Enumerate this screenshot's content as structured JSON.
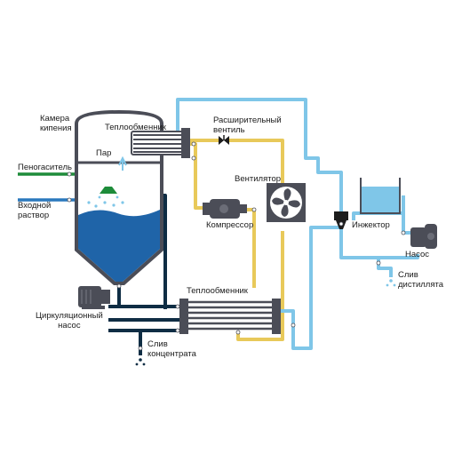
{
  "labels": {
    "chamber_line1": "Камера",
    "chamber_line2": "кипения",
    "hx_top": "Теплообменник",
    "steam": "Пар",
    "defoamer": "Пеногаситель",
    "feed_line1": "Входной",
    "feed_line2": "раствор",
    "exp_valve_line1": "Расширительный",
    "exp_valve_line2": "вентиль",
    "fan": "Вентилятор",
    "compressor": "Компрессор",
    "injector": "Инжектор",
    "pump_right": "Насос",
    "distillate_line1": "Слив",
    "distillate_line2": "дистиллята",
    "hx_bottom": "Теплообменник",
    "circ_pump_line1": "Циркуляционный",
    "circ_pump_line2": "насос",
    "concentrate_line1": "Слив",
    "concentrate_line2": "концентрата"
  },
  "colors": {
    "vessel_fill": "#4b4d57",
    "liquid": "#1f64a8",
    "navy_pipe": "#0f2d44",
    "light_blue_pipe": "#7fc6e8",
    "yellow_pipe": "#e8c95a",
    "green_pipe": "#1e8c3a",
    "blue_pipe": "#2a78bd",
    "equipment": "#4b4d57"
  }
}
